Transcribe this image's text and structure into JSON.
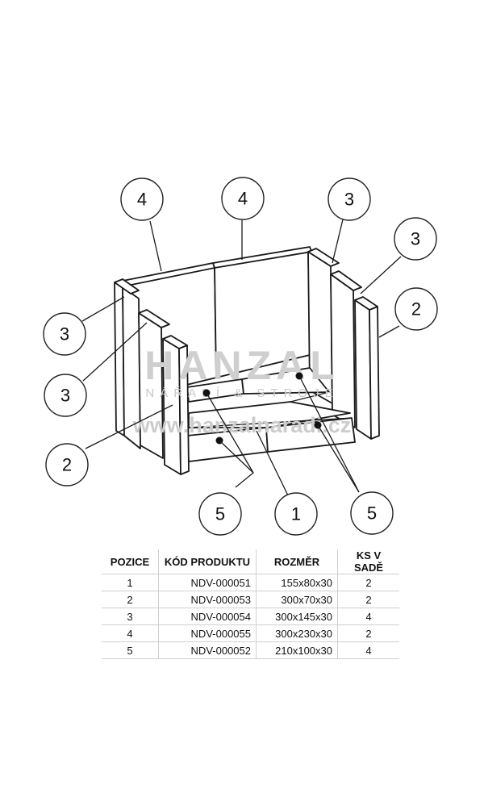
{
  "watermark": {
    "brand": "HANZAL",
    "tagline": "NÁŘADÍ & STROJE",
    "url": "www.hanzalnaradi.cz"
  },
  "callouts": [
    {
      "id": "c-top-left-4",
      "label": "4"
    },
    {
      "id": "c-top-mid-4",
      "label": "4"
    },
    {
      "id": "c-top-right-3",
      "label": "3"
    },
    {
      "id": "c-right-3",
      "label": "3"
    },
    {
      "id": "c-right-2",
      "label": "2"
    },
    {
      "id": "c-left-3a",
      "label": "3"
    },
    {
      "id": "c-left-3b",
      "label": "3"
    },
    {
      "id": "c-left-2",
      "label": "2"
    },
    {
      "id": "c-bottom-5a",
      "label": "5"
    },
    {
      "id": "c-bottom-1",
      "label": "1"
    },
    {
      "id": "c-bottom-5b",
      "label": "5"
    }
  ],
  "table": {
    "headers": [
      "POZICE",
      "KÓD PRODUKTU",
      "ROZMĚR",
      "KS V SADĚ"
    ],
    "rows": [
      [
        "1",
        "NDV-000051",
        "155x80x30",
        "2"
      ],
      [
        "2",
        "NDV-000053",
        "300x70x30",
        "2"
      ],
      [
        "3",
        "NDV-000054",
        "300x145x30",
        "4"
      ],
      [
        "4",
        "NDV-000055",
        "300x230x30",
        "2"
      ],
      [
        "5",
        "NDV-000052",
        "210x100x30",
        "4"
      ]
    ]
  }
}
